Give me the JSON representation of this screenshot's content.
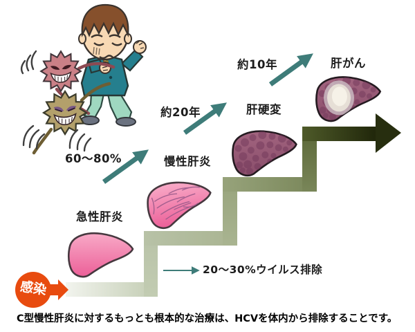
{
  "diagram": {
    "infection_badge": {
      "label": "感染"
    },
    "stages": [
      {
        "label": "急性肝炎"
      },
      {
        "label": "慢性肝炎"
      },
      {
        "label": "肝硬変"
      },
      {
        "label": "肝がん"
      }
    ],
    "transitions": [
      {
        "label": "60〜80%"
      },
      {
        "label": "約20年"
      },
      {
        "label": "約10年"
      }
    ],
    "elimination": {
      "label": "20〜30%ウイルス排除"
    },
    "caption": "C型慢性肝炎に対するもっとも根本的な治療は、HCVを体内から排除することです。",
    "colors": {
      "badge_orange": "#e84b0f",
      "arrow_teal": "#3e7c79",
      "liver_pink": "#ec5f98",
      "liver_plum": "#8a4e6b",
      "stair_light": "#f0f3ea",
      "stair_dark": "#252b0d"
    }
  }
}
